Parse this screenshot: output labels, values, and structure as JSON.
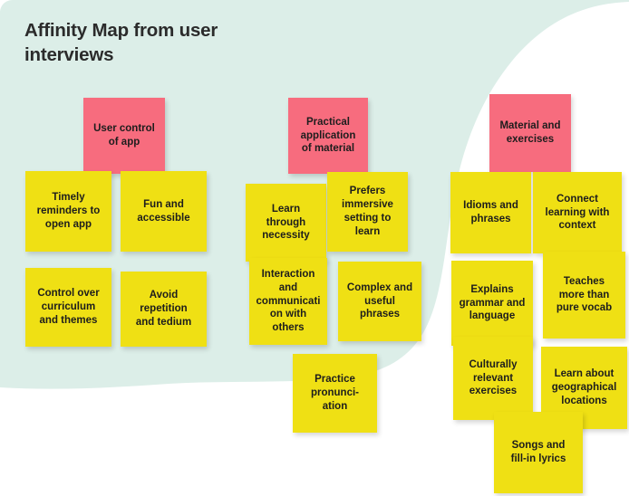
{
  "title": "Affinity Map from user\ninterviews",
  "colors": {
    "background": "#ffffff",
    "blob_mint": "#DCEEE8",
    "header_pink": "#F76C7E",
    "note_yellow": "#EFE014",
    "text_dark": "#1d1d1d",
    "title_dark": "#2b2b2b"
  },
  "columns": [
    {
      "name": "user-control",
      "header": "User control\nof app",
      "notes": [
        "Timely\nreminders to\nopen app",
        "Fun and\naccessible",
        "Control over\ncurriculum\nand themes",
        "Avoid\nrepetition\nand tedium"
      ]
    },
    {
      "name": "practical-application",
      "header": "Practical\napplication\nof material",
      "notes": [
        "Learn\nthrough\nnecessity",
        "Prefers\nimmersive\nsetting to\nlearn",
        "Interaction\nand\ncommunicati\non with\nothers",
        "Complex and\nuseful\nphrases",
        "Practice\npronunci-\nation"
      ]
    },
    {
      "name": "material-and-exercises",
      "header": "Material and\nexercises",
      "notes": [
        "Idioms and\nphrases",
        "Connect\nlearning with\ncontext",
        "Explains\ngrammar and\nlanguage",
        "Teaches\nmore than\npure vocab",
        "Culturally\nrelevant\nexercises",
        "Learn about\ngeographical\nlocations",
        "Songs and\nfill-in lyrics"
      ]
    }
  ]
}
